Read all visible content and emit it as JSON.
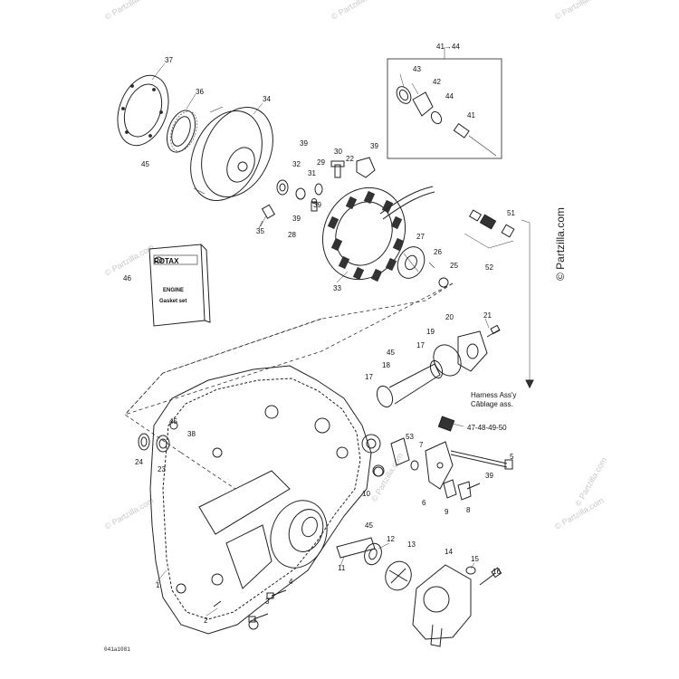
{
  "watermark": "© Partzilla.com",
  "side_watermark": "© Partzilla.com",
  "drawing_code": "041a1081",
  "harness": {
    "line1": "Harness Ass'y",
    "line2": "Câblage ass."
  },
  "gasket_book": {
    "brand": "ROTAX",
    "line1": "ENGINE",
    "line2": "Gasket set"
  },
  "labels": {
    "l1": "1",
    "l2": "2",
    "l3": "3",
    "l4": "4",
    "l5": "5",
    "l6": "6",
    "l7": "7",
    "l8": "8",
    "l9": "9",
    "l10": "10",
    "l11": "11",
    "l12": "12",
    "l13": "13",
    "l14": "14",
    "l15": "15",
    "l16": "16",
    "l17a": "17",
    "l17b": "17",
    "l18": "18",
    "l19": "19",
    "l20": "20",
    "l21": "21",
    "l22": "22",
    "l23": "23",
    "l24": "24",
    "l25": "25",
    "l26": "26",
    "l27": "27",
    "l28": "28",
    "l29": "29",
    "l30": "30",
    "l31": "31",
    "l32": "32",
    "l33": "33",
    "l34": "34",
    "l35": "35",
    "l36": "36",
    "l37": "37",
    "l38": "38",
    "l39a": "39",
    "l39b": "39",
    "l39c": "39",
    "l39d": "39",
    "l39e": "39",
    "l41": "41",
    "l41_44": "41→44",
    "l42": "42",
    "l43": "43",
    "l44": "44",
    "l45a": "45",
    "l45b": "45",
    "l45c": "45",
    "l45d": "45",
    "l46": "46",
    "l51": "51",
    "l52": "52",
    "l53": "53",
    "l47_50": "47-48-49-50"
  }
}
